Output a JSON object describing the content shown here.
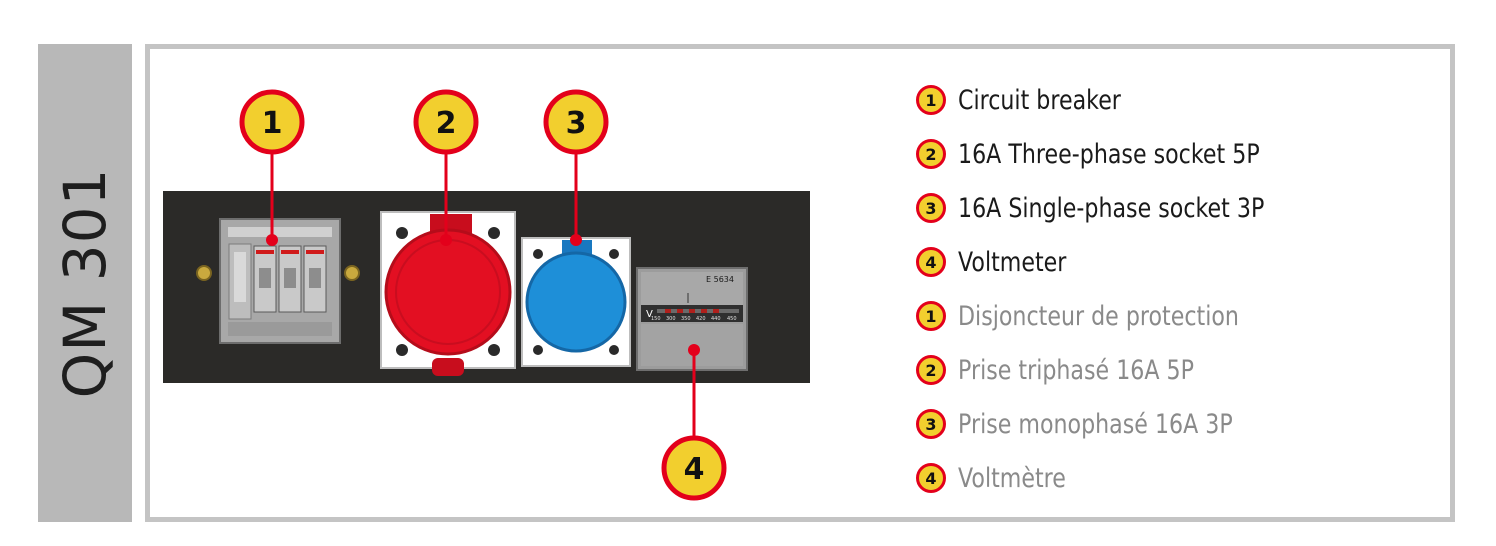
{
  "product": {
    "model": "QM 301"
  },
  "diagram": {
    "callouts": [
      "1",
      "2",
      "3",
      "4"
    ],
    "voltmeter": {
      "code": "E 5634",
      "unit": "V",
      "scale": [
        "150",
        "300",
        "350",
        "420",
        "440",
        "450"
      ]
    }
  },
  "legend": {
    "english": [
      {
        "num": "1",
        "label": "Circuit breaker"
      },
      {
        "num": "2",
        "label": "16A Three-phase socket 5P"
      },
      {
        "num": "3",
        "label": "16A Single-phase socket 3P"
      },
      {
        "num": "4",
        "label": "Voltmeter"
      }
    ],
    "french": [
      {
        "num": "1",
        "label": "Disjoncteur de protection"
      },
      {
        "num": "2",
        "label": "Prise triphasé 16A 5P"
      },
      {
        "num": "3",
        "label": "Prise monophasé 16A 3P"
      },
      {
        "num": "4",
        "label": "Voltmètre"
      }
    ]
  },
  "colors": {
    "badge_fill": "#f2cf2e",
    "badge_ring": "#e3001b",
    "panel": "#2b2a28",
    "red_socket": "#e30f22",
    "blue_socket": "#1e8fd8"
  }
}
